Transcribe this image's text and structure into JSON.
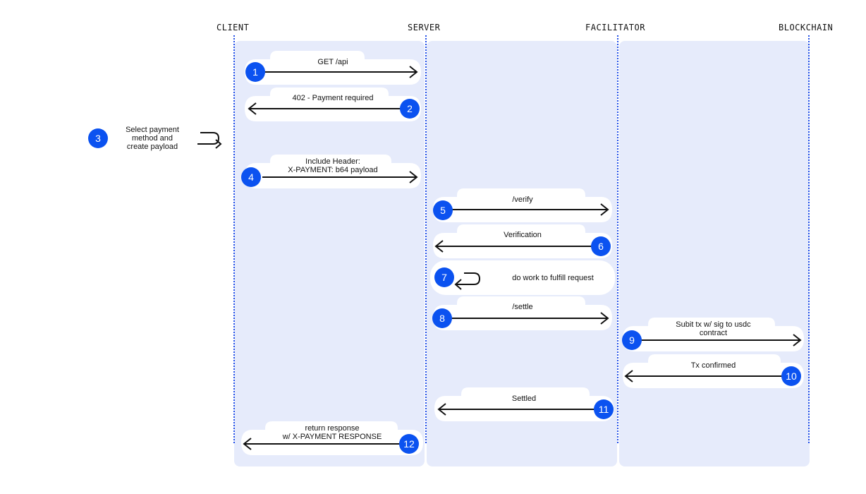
{
  "actors": {
    "client": "CLIENT",
    "server": "SERVER",
    "facilitator": "FACILITATOR",
    "blockchain": "BLOCKCHAIN"
  },
  "steps": {
    "s1": {
      "num": "1",
      "label": "GET /api"
    },
    "s2": {
      "num": "2",
      "label": "402 - Payment required"
    },
    "s3": {
      "num": "3",
      "label": [
        "Select payment",
        "method and",
        "create payload"
      ]
    },
    "s4": {
      "num": "4",
      "label": [
        "Include Header:",
        "X-PAYMENT: b64 payload"
      ]
    },
    "s5": {
      "num": "5",
      "label": "/verify"
    },
    "s6": {
      "num": "6",
      "label": "Verification"
    },
    "s7": {
      "num": "7",
      "label": "do work to fulfill request"
    },
    "s8": {
      "num": "8",
      "label": "/settle"
    },
    "s9": {
      "num": "9",
      "label": [
        "Subit tx w/ sig to usdc",
        "contract"
      ]
    },
    "s10": {
      "num": "10",
      "label": "Tx confirmed"
    },
    "s11": {
      "num": "11",
      "label": "Settled"
    },
    "s12": {
      "num": "12",
      "label": [
        "return response",
        "w/ X-PAYMENT RESPONSE"
      ]
    }
  },
  "colors": {
    "accent": "#0b52f0",
    "lane_background": "#e6ebfb",
    "lifeline": "#2350e8"
  }
}
